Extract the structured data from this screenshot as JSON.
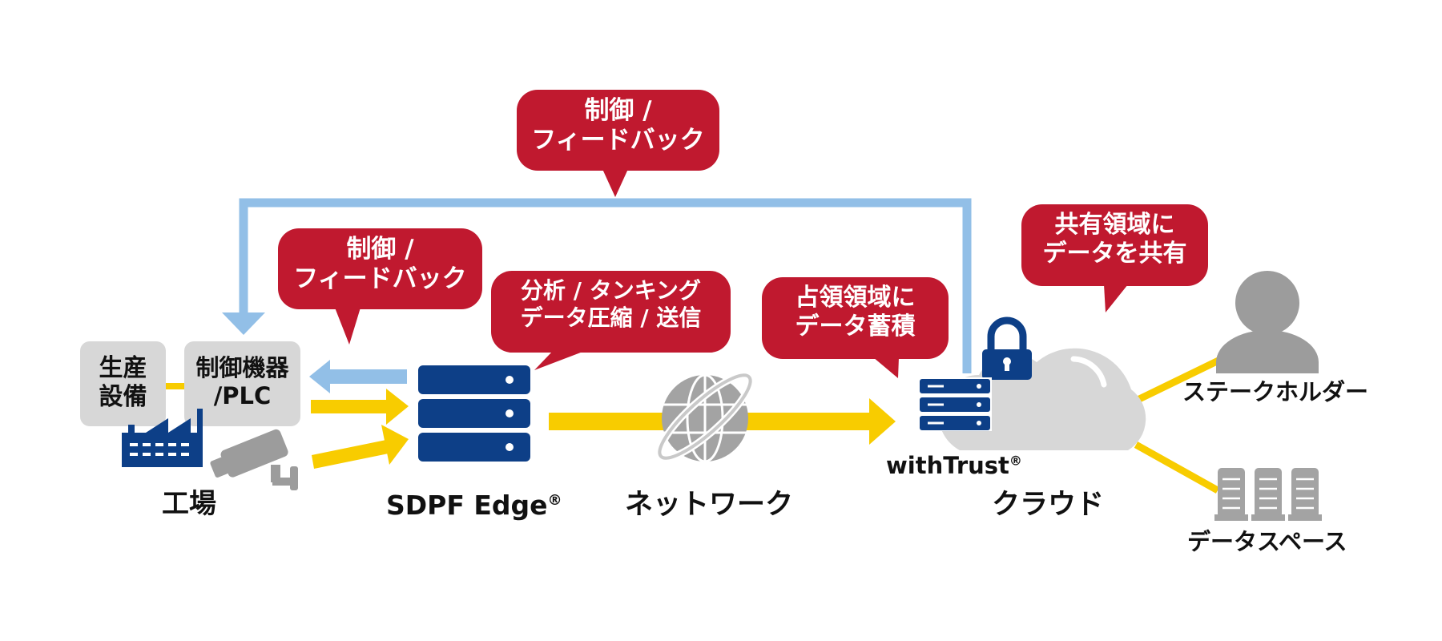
{
  "colors": {
    "accent_red": "#C0192F",
    "navy": "#0D3F87",
    "flow_yellow": "#F8CC00",
    "feedback_blue": "#92BFE7",
    "light_gray": "#D7D7D7",
    "mid_gray": "#9C9C9C"
  },
  "bubbles": {
    "top_feedback": [
      "制御 /",
      "フィードバック"
    ],
    "edge_feedback": [
      "制御 /",
      "フィードバック"
    ],
    "edge_processing": [
      "分析 / タンキング",
      "データ圧縮 / 送信"
    ],
    "exclusive_storage": [
      "占領領域に",
      "データ蓄積"
    ],
    "shared_area": [
      "共有領域に",
      "データを共有"
    ]
  },
  "factory": {
    "production_equipment": [
      "生産",
      "設備"
    ],
    "controller": [
      "制御機器",
      "/PLC"
    ],
    "label": "工場"
  },
  "edge": {
    "name": "SDPF Edge",
    "mark": "®"
  },
  "network": {
    "label": "ネットワーク"
  },
  "cloud": {
    "label": "クラウド",
    "trust_name": "withTrust",
    "trust_mark": "®"
  },
  "stakeholder": {
    "label": "ステークホルダー"
  },
  "dataspace": {
    "label": "データスペース"
  },
  "icons": {
    "factory": "factory-icon",
    "camera": "security-camera-icon",
    "edge_server": "server-rack-icon",
    "network": "globe-icon",
    "cloud": "cloud-icon",
    "lock": "padlock-icon",
    "trust_server": "server-rack-icon",
    "person": "person-icon",
    "storage": "storage-tower-icon"
  }
}
